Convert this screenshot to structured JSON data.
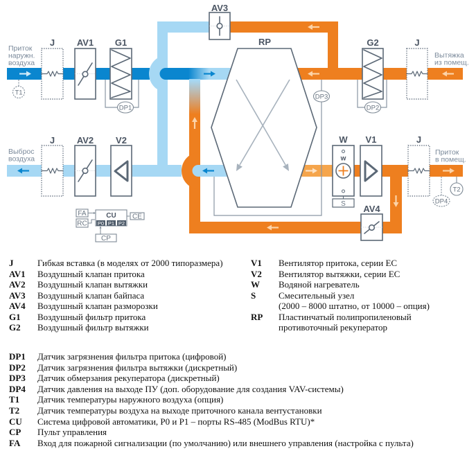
{
  "colors": {
    "outdoor_air": "#0a86cf",
    "exhaust_air": "#a6d8f4",
    "extract_air": "#ee7f1f",
    "supply_preheat": "#f5a54c",
    "outline": "#5b6876",
    "text": "#4b5563",
    "caption": "#7b8a9b"
  },
  "diagram": {
    "components": {
      "j_intake": "J",
      "av1": "AV1",
      "g1": "G1",
      "av3": "AV3",
      "rp": "RP",
      "g2": "G2",
      "j_extract": "J",
      "j_discharge": "J",
      "av2": "AV2",
      "v2": "V2",
      "w": "W",
      "v1": "V1",
      "j_supply": "J",
      "av4": "AV4"
    },
    "heater_inner_label": "w",
    "mixing_unit": "S",
    "sensors": {
      "t1": "T1",
      "dp1": "DP1",
      "dp2": "DP2",
      "dp3": "DP3",
      "dp4": "DP4",
      "t2": "T2"
    },
    "control": {
      "fa": "FA",
      "rc": "RC",
      "cu": "CU",
      "ports": [
        "P0",
        "P1",
        "P2"
      ],
      "ce": "CE",
      "cp": "CP"
    },
    "flows": {
      "outdoor_intake": [
        "Приток",
        "наружн.",
        "воздуха"
      ],
      "extract_from_room": [
        "Вытяжка",
        "из помещ."
      ],
      "exhaust_discharge": [
        "Выброс",
        "воздуха"
      ],
      "supply_to_room": [
        "Приток",
        "в помещ."
      ]
    }
  },
  "legend": {
    "left": [
      {
        "code": "J",
        "text": "Гибкая вставка (в моделях от 2000 типоразмера)"
      },
      {
        "code": "AV1",
        "text": "Воздушный клапан притока"
      },
      {
        "code": "AV2",
        "text": "Воздушный клапан вытяжки"
      },
      {
        "code": "AV3",
        "text": "Воздушный клапан байпаса"
      },
      {
        "code": "AV4",
        "text": "Воздушный клапан разморозки"
      },
      {
        "code": "G1",
        "text": "Воздушный фильтр притока"
      },
      {
        "code": "G2",
        "text": "Воздушный фильтр вытяжки"
      }
    ],
    "right": [
      {
        "code": "V1",
        "text": "Вентилятор притока, серии EC"
      },
      {
        "code": "V2",
        "text": "Вентилятор вытяжки, серии EC"
      },
      {
        "code": "W",
        "text": "Водяной нагреватель"
      },
      {
        "code": "S",
        "text": "Смесительный узел",
        "text_line2": "(2000 – 8000 штатно, от 10000 – опция)"
      },
      {
        "code": "RP",
        "text": "Пластинчатый полипропиленовый",
        "text_line2": "противоточный рекуператор"
      }
    ],
    "bottom": [
      {
        "code": "DP1",
        "text": "Датчик загрязнения фильтра притока (цифровой)"
      },
      {
        "code": "DP2",
        "text": "Датчик загрязнения фильтра вытяжки (дискретный)"
      },
      {
        "code": "DP3",
        "text": "Датчик обмерзания рекуператора (дискретный)"
      },
      {
        "code": "DP4",
        "text": "Датчик давления на выходе ПУ (доп. оборудование для создания VAV-системы)"
      },
      {
        "code": "T1",
        "text": "Датчик температуры наружного воздуха (опция)"
      },
      {
        "code": "T2",
        "text": "Датчик температуры воздуха на выходе приточного канала вентустановки"
      },
      {
        "code": "CU",
        "text": "Система цифровой автоматики, P0 и P1 – порты RS-485 (ModBus RTU)*"
      },
      {
        "code": "CP",
        "text": "Пульт управления"
      },
      {
        "code": "FA",
        "text": "Вход для пожарной сигнализации (по умолчанию) или внешнего управления (настройка с пульта)"
      }
    ]
  }
}
